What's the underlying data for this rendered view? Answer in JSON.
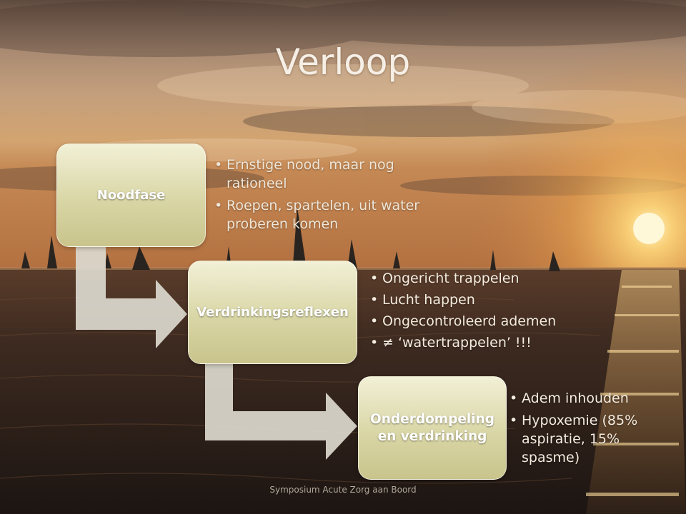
{
  "slide": {
    "title": "Verloop",
    "footer": "Symposium  Acute Zorg aan Boord"
  },
  "phases": [
    {
      "label": "Noodfase",
      "bullets": [
        "Ernstige nood, maar nog rationeel",
        "Roepen, spartelen, uit water proberen komen"
      ]
    },
    {
      "label": "Verdrinkingsreflexen",
      "bullets": [
        "Ongericht trappelen",
        "Lucht happen",
        "Ongecontroleerd ademen",
        "≠ ‘watertrappelen’ !!!"
      ]
    },
    {
      "label": "Onderdompeling en verdrinking",
      "bullets": [
        "Adem inhouden",
        "Hypoxemie (85% aspiratie, 15% spasme)"
      ]
    }
  ],
  "colors": {
    "box_fill": "#d9d6a6",
    "arrow_fill": "#d8d6cc",
    "sky_top": "#6e5a4c",
    "sun": "#ffe9a0",
    "sea": "#2a1e18"
  },
  "icons": [
    "arrow-right-bent",
    "sailboat"
  ]
}
